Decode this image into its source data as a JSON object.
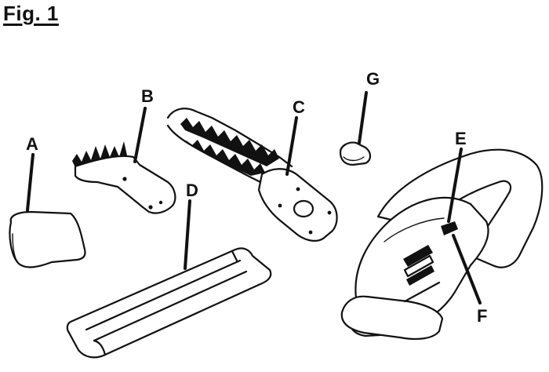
{
  "figure": {
    "title": "Fig. 1"
  },
  "callouts": {
    "a": "A",
    "b": "B",
    "c": "C",
    "d": "D",
    "e": "E",
    "f": "F",
    "g": "G"
  }
}
